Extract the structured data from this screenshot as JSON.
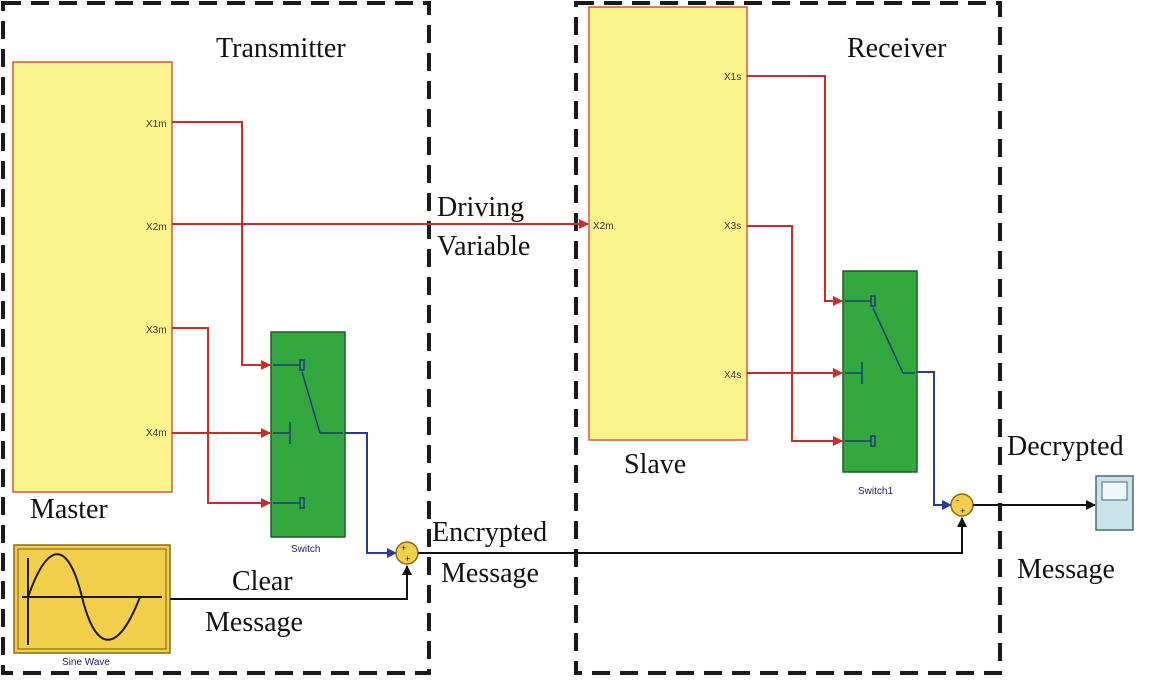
{
  "groups": {
    "transmitter": "Transmitter",
    "receiver": "Receiver"
  },
  "blocks": {
    "master": {
      "label": "Master",
      "ports": [
        "X1m",
        "X2m",
        "X3m",
        "X4m"
      ]
    },
    "slave": {
      "label": "Slave",
      "input_port": "X2m",
      "ports": [
        "X1s",
        "X3s",
        "X4s"
      ]
    },
    "switch_tx": "Switch",
    "switch_rx": "Switch1",
    "sine": "Sine Wave",
    "sum_tx_signs": [
      "+",
      "+"
    ],
    "sum_rx_signs": [
      "-",
      "+"
    ]
  },
  "signals": {
    "driving": [
      "Driving",
      "Variable"
    ],
    "encrypted": [
      "Encrypted",
      "Message"
    ],
    "clear": [
      "Clear",
      "Message"
    ],
    "decrypted": [
      "Decrypted",
      "Message"
    ]
  },
  "colors": {
    "block_fill": "#fbf38c",
    "block_stroke": "#d45a3a",
    "switch_fill": "#33a83f",
    "switch_stroke": "#1c5d25",
    "signal_red": "#cc2b2b",
    "signal_blue": "#2b3a99",
    "signal_black": "#111111",
    "dash": "#1a1a1a"
  },
  "icons": {
    "scope": "scope-icon",
    "sine": "sine-wave-icon"
  }
}
